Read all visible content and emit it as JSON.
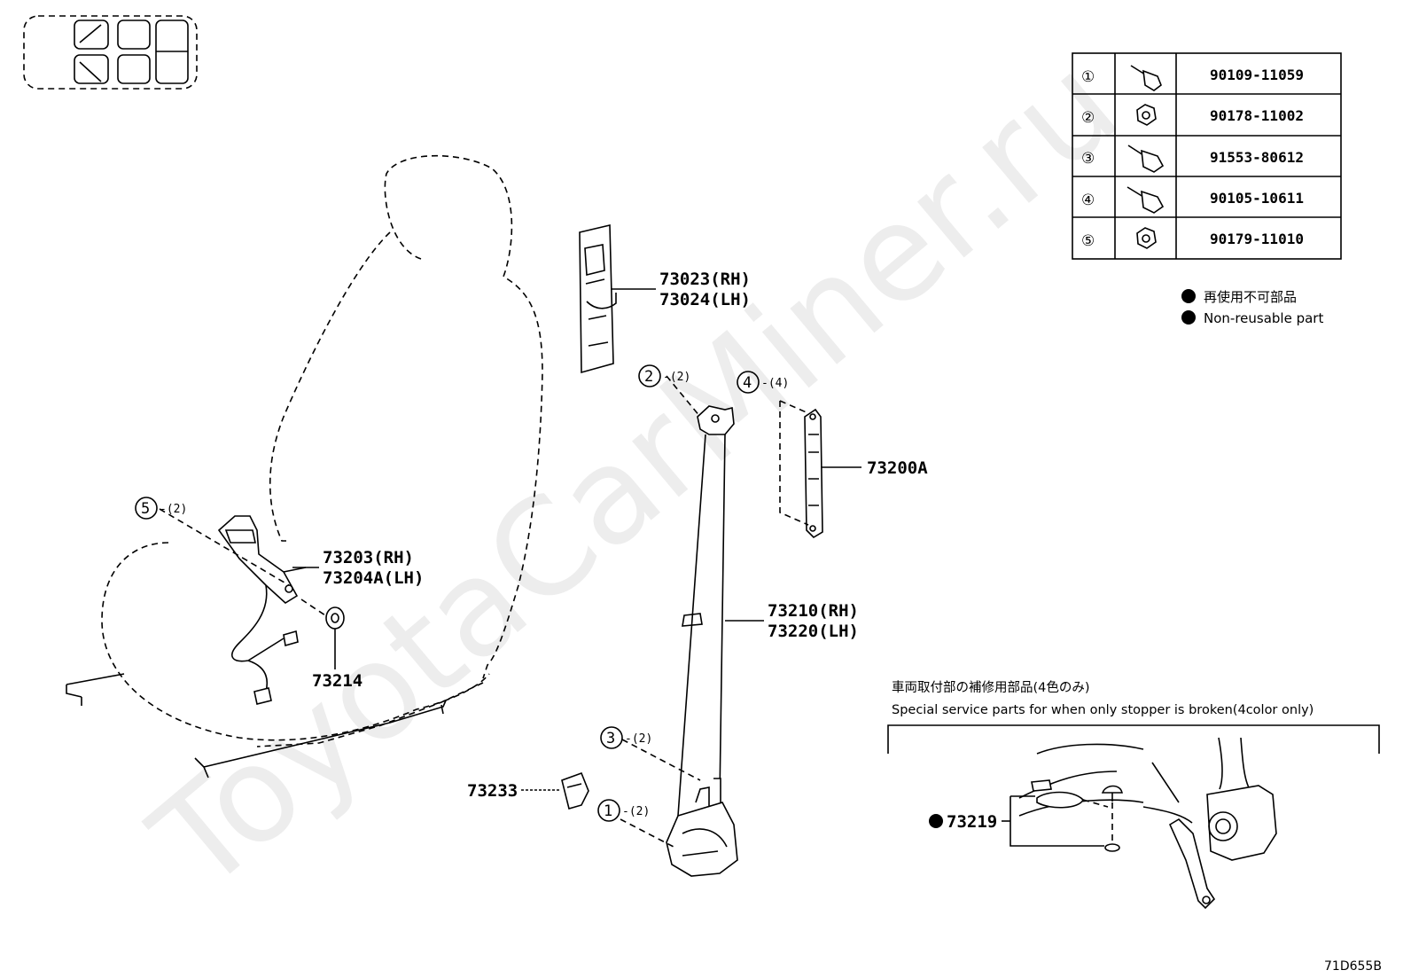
{
  "watermark": "ToyotaCarMiner.ru",
  "diagram_code": "71D655B",
  "fastener_table": [
    {
      "num": "①",
      "part_no": "90109-11059"
    },
    {
      "num": "②",
      "part_no": "90178-11002"
    },
    {
      "num": "③",
      "part_no": "91553-80612"
    },
    {
      "num": "④",
      "part_no": "90105-10611"
    },
    {
      "num": "⑤",
      "part_no": "90179-11010"
    }
  ],
  "legend": {
    "jp": "再使用不可部品",
    "en": "Non-reusable part"
  },
  "callouts": {
    "c2": {
      "num": "2",
      "qty": "-(2)"
    },
    "c4": {
      "num": "4",
      "qty": "-(4)"
    },
    "c5": {
      "num": "5",
      "qty": "-(2)"
    },
    "c3": {
      "num": "3",
      "qty": "-(2)"
    },
    "c1": {
      "num": "1",
      "qty": "-(2)"
    }
  },
  "parts": {
    "p73023": "73023(RH)",
    "p73024": "73024(LH)",
    "p73200A": "73200A",
    "p73203": "73203(RH)",
    "p73204A": "73204A(LH)",
    "p73214": "73214",
    "p73210": "73210(RH)",
    "p73220": "73220(LH)",
    "p73233": "73233",
    "p73219": "73219"
  },
  "service_note": {
    "jp": "車両取付部の補修用部品(4色のみ)",
    "en": "Special service parts for when only stopper is broken(4color only)"
  }
}
